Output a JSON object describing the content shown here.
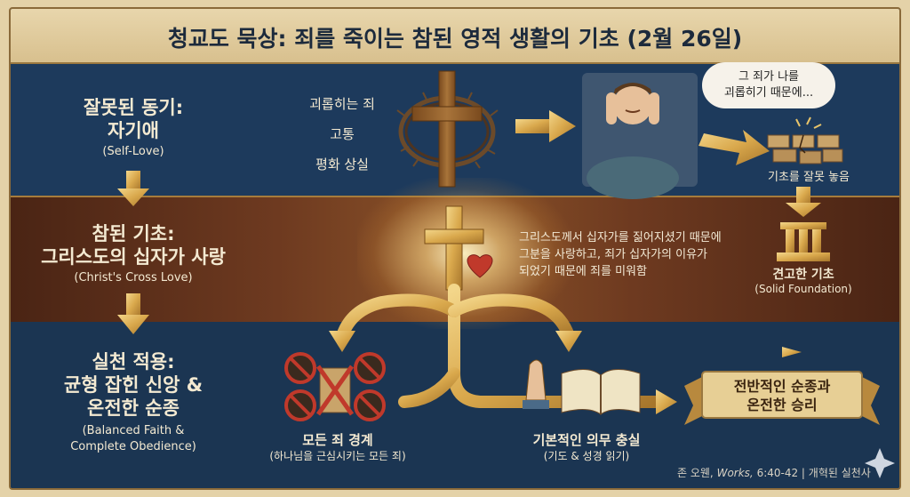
{
  "title": "청교도 묵상: 죄를 죽이는 참된 영적 생활의 기초 (2월 26일)",
  "left_column": {
    "wrong_motive_title": "잘못된 동기:",
    "wrong_motive_name": "자기애",
    "wrong_motive_en": "(Self-Love)",
    "true_foundation_title": "참된 기초:",
    "true_foundation_name": "그리스도의 십자가 사랑",
    "true_foundation_en": "(Christ's Cross Love)",
    "application_title": "실천 적용:",
    "application_line1": "균형 잡힌 신앙 &",
    "application_line2": "온전한 순종",
    "application_en1": "(Balanced Faith &",
    "application_en2": "Complete Obedience)"
  },
  "top_row": {
    "sin_words": [
      "괴롭히는 죄",
      "고통",
      "평화 상실"
    ],
    "thought_line1": "그 죄가 나를",
    "thought_line2": "괴롭히기 때문에...",
    "wrong_base_label": "기초를 잘못 놓음"
  },
  "middle_row": {
    "note_line1": "그리스도께서 십자가를 짊어지셨기 때문에",
    "note_line2": "그분을 사랑하고, 죄가 십자가의 이유가",
    "note_line3": "되었기 때문에 죄를 미워함",
    "solid_label": "견고한 기초",
    "solid_en": "(Solid Foundation)"
  },
  "bottom_row": {
    "all_sin_label": "모든 죄 경계",
    "all_sin_sub": "(하나님을 근심시키는 모든 죄)",
    "duty_label": "기본적인 의무 충실",
    "duty_sub": "(기도 & 성경 읽기)",
    "banner_line1": "전반적인 순종과",
    "banner_line2": "온전한 승리"
  },
  "citation": {
    "author": "존 오웬,",
    "work": "Works,",
    "ref": "6:40-42 | 개혁된 실천사"
  },
  "colors": {
    "gold": "#e0b45a",
    "navy": "#1b3552",
    "brown": "#6e3a20",
    "heart": "#c0392b"
  }
}
